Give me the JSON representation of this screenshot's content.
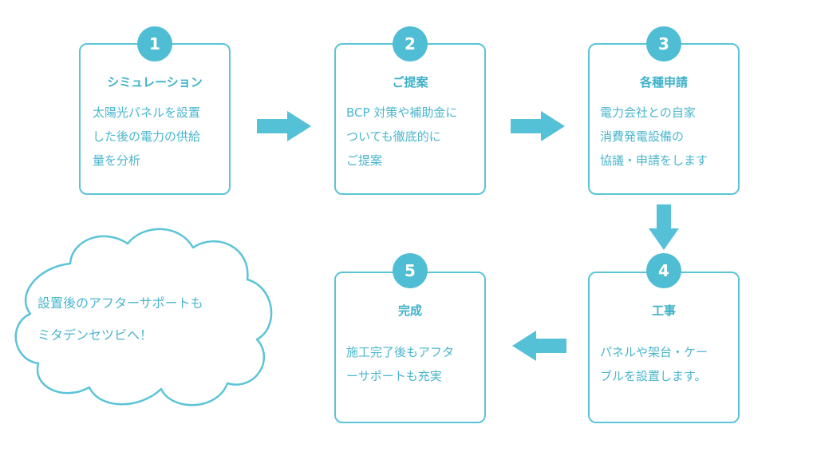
{
  "steps": [
    {
      "number": "1",
      "title": "シミュレーション",
      "lines": [
        "太陽光パネルを設置",
        "した後の電力の供給",
        "量を分析"
      ]
    },
    {
      "number": "2",
      "title": "ご提案",
      "lines": [
        "BCP 対策や補助金に",
        "ついても徹底的に",
        "ご提案"
      ]
    },
    {
      "number": "3",
      "title": "各種申請",
      "lines": [
        "電力会社との自家",
        "消費発電設備の",
        "協議・申請をします"
      ]
    },
    {
      "number": "4",
      "title": "工事",
      "lines": [
        "パネルや架台・ケー",
        "ブルを設置します。"
      ]
    },
    {
      "number": "5",
      "title": "完成",
      "lines": [
        "施工完了後もアフタ",
        "ーサポートも充実"
      ]
    }
  ],
  "cloud": {
    "lines": [
      "設置後のアフターサポートも",
      "ミタデンセツビへ！"
    ]
  },
  "colors": {
    "accent": "#4fbdd3",
    "border": "#5bc4d8",
    "text": "#4bb6cd"
  }
}
